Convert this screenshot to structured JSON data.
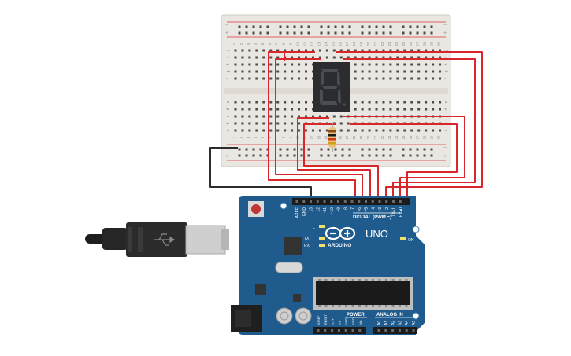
{
  "breadboard": {
    "row_letters_top": [
      "j",
      "i",
      "h",
      "g",
      "f"
    ],
    "row_letters_bottom": [
      "e",
      "d",
      "c",
      "b",
      "a"
    ],
    "column_numbers": [
      "1",
      "2",
      "3",
      "4",
      "5",
      "6",
      "7",
      "8",
      "9",
      "10",
      "11",
      "12",
      "13",
      "14",
      "15",
      "16",
      "17",
      "18",
      "19",
      "20",
      "21",
      "22",
      "23",
      "24",
      "25",
      "26",
      "27",
      "28",
      "29",
      "30"
    ],
    "rail_plus": "+",
    "rail_minus": "−"
  },
  "seven_segment": {
    "digit": "8",
    "segment_color": "#4a4d52",
    "body_color": "#2a2c2f"
  },
  "resistor": {
    "bands": [
      "#8b4a1c",
      "#1a1a1a",
      "#d4381c",
      "#d4a017"
    ]
  },
  "arduino": {
    "board_color": "#1f5b8c",
    "brand": "ARDUINO",
    "model": "UNO",
    "digital_label": "DIGITAL (PWM ~)",
    "analog_label": "ANALOG IN",
    "power_label": "POWER",
    "on_label": "ON",
    "led_labels": [
      "L",
      "TX",
      "RX"
    ],
    "digital_pins": [
      "AREF",
      "GND",
      "13",
      "12",
      "~11",
      "~10",
      "~9",
      "8",
      "7",
      "~6",
      "~5",
      "4",
      "~3",
      "2",
      "TX▸1",
      "RX◂0"
    ],
    "power_pins": [
      "IOREF",
      "RESET",
      "3.3V",
      "5V",
      "GND",
      "GND",
      "Vin"
    ],
    "analog_pins": [
      "A0",
      "A1",
      "A2",
      "A3",
      "A4",
      "A5"
    ]
  },
  "wires": {
    "signal_color": "#d8262b",
    "ground_color": "#2d2d2d"
  }
}
